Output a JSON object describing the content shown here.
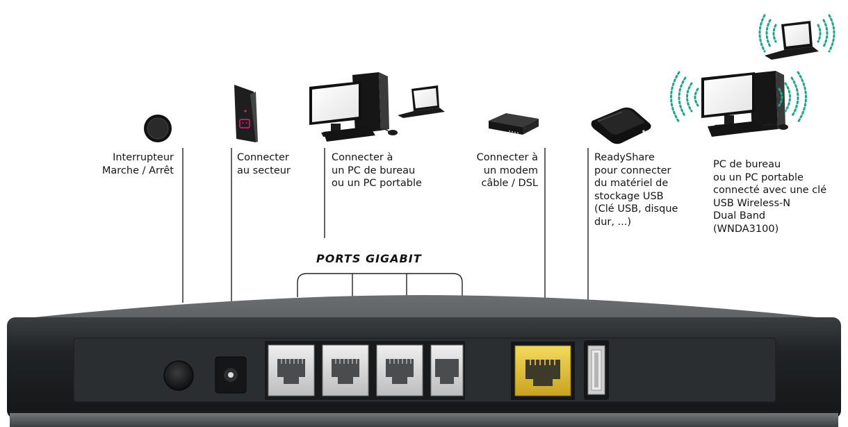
{
  "labels": {
    "power_switch": "Interrupteur\nMarche / Arrêt",
    "power_outlet": "Connecter\nau secteur",
    "desktop_laptop": "Connecter à\nun PC de bureau\nou un PC portable",
    "modem": "Connecter à\nun modem\ncâble / DSL",
    "readyshare": "ReadyShare\npour connecter\ndu matériel de\nstockage USB\n(Clé USB, disque\ndur, ...)",
    "wireless_pc": "PC de bureau\nou un PC portable\nconnecté avec une clé\nUSB Wireless-N\nDual Band\n(WNDA3100)"
  },
  "ports_title": "PORTS GIGABIT",
  "colors": {
    "router_body": "#26292b",
    "panel": "#3a3d3f",
    "ethernet_port": "#d8d8d8",
    "wan_port": "#e8c93a",
    "wifi_waves": "#1fa58a",
    "outlet_accent": "#e0207a"
  },
  "icons": [
    "power-button-icon",
    "wall-outlet-icon",
    "desktop-computer-icon",
    "laptop-icon",
    "modem-icon",
    "external-hard-drive-icon",
    "wireless-desktop-icon",
    "wireless-laptop-icon",
    "wifi-waves-icon"
  ]
}
